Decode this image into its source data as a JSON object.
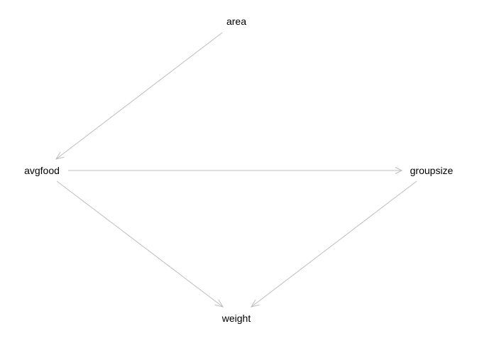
{
  "diagram": {
    "type": "directed-acyclic-graph",
    "edge_color": "#bdbdbd",
    "label_color": "#000000",
    "background": "#ffffff",
    "nodes": [
      {
        "id": "area",
        "label": "area"
      },
      {
        "id": "avgfood",
        "label": "avgfood"
      },
      {
        "id": "groupsize",
        "label": "groupsize"
      },
      {
        "id": "weight",
        "label": "weight"
      }
    ],
    "edges": [
      {
        "from": "area",
        "to": "avgfood"
      },
      {
        "from": "avgfood",
        "to": "groupsize"
      },
      {
        "from": "avgfood",
        "to": "weight"
      },
      {
        "from": "groupsize",
        "to": "weight"
      }
    ]
  }
}
